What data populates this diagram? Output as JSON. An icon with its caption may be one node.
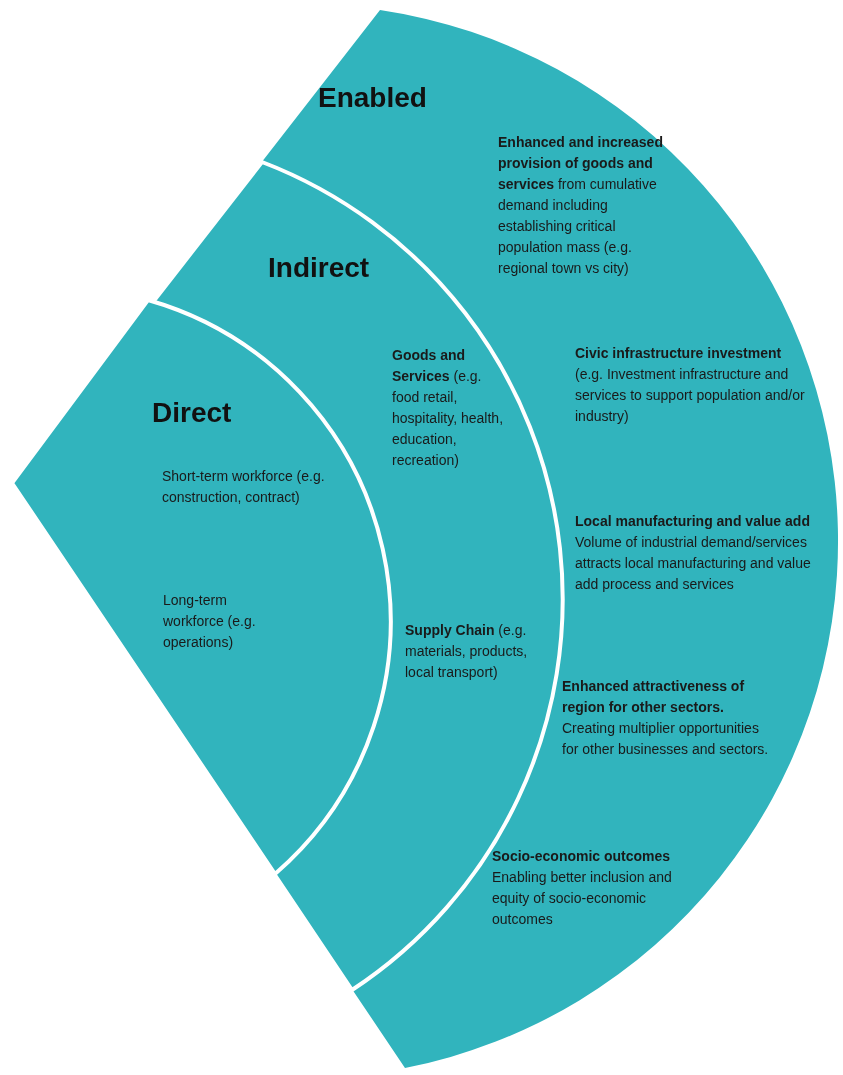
{
  "diagram": {
    "nodes": [
      {
        "text": [
          "Enabled",
          "**Enhanced and increased provision of goods and services** from cumulative demand including establishing critical population mass (e.g. regional town vs city)",
          "**Civic infrastructure investment** (e.g. Investment infrastructure and services to support population and/or industry)",
          "**Local manufacturing and value add** Volume of industrial demand/services attracts local manufacturing and value add process and services",
          "**Enhanced attractiveness of region for other sectors.** Creating multiplier opportunities for other businesses and sectors.",
          "**Socio-economic outcomes** Enabling better inclusion and equity of socio-economic outcomes"
        ]
      },
      {
        "text": [
          "Indirect",
          "**Goods and Services** (e.g. food retail, hospitality, health, education, recreation)",
          "**Supply Chain** (e.g. materials, products, local transport)"
        ],
        "in": 0
      },
      {
        "text": [
          "Direct",
          "Short-term workforce (e.g. construction, contract)",
          "Long-term workforce (e.g. operations)"
        ],
        "in": 1
      }
    ]
  }
}
